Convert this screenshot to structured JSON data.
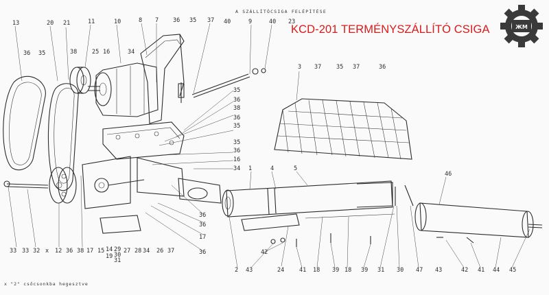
{
  "title": "KCD-201 TERMÉNYSZÁLLÍTÓ CSIGA",
  "header": "A SZÁLLÍTÓCSIGA FELÉPÍTÉSE",
  "footnote": "x \"2\" csőcsonkba hegesztve",
  "colors": {
    "title": "#d81a1a",
    "ink": "#2b2b2b",
    "logo": "#3a3a3a",
    "paper": "#fafafa"
  },
  "callouts": {
    "c13": "13",
    "c20": "20",
    "c21": "21",
    "c11": "11",
    "c10": "10",
    "c8": "8",
    "c7": "7",
    "c36a": "36",
    "c35a": "35",
    "c37a": "37",
    "c40a": "40",
    "c9": "9",
    "c40b": "40",
    "c23": "23",
    "c36b": "36",
    "c35b": "35",
    "c38a": "38",
    "c25": "25",
    "c16a": "16",
    "c34a": "34",
    "c35c": "35",
    "c36c": "36",
    "c38b": "38",
    "c36d": "36",
    "c35d": "35",
    "c35e": "35",
    "c36e": "36",
    "c16b": "16",
    "c34b": "34",
    "c3": "3",
    "c37b": "37",
    "c35f": "35",
    "c37c": "37",
    "c36f": "36",
    "c1": "1",
    "c4": "4",
    "c5": "5",
    "c46": "46",
    "b33": "33",
    "b33b": "33",
    "b32": "32",
    "bx": "x",
    "b12": "12",
    "b36": "36",
    "b38": "38",
    "b17": "17",
    "b15": "15",
    "b14": "14",
    "b19": "19",
    "b29": "29",
    "b30": "30",
    "b31": "31",
    "b27": "27",
    "b28": "28",
    "b34": "34",
    "b26": "26",
    "b37": "37",
    "b36b": "36",
    "b36c": "36",
    "b17b": "17",
    "b36d": "36",
    "b2": "2",
    "b43": "43",
    "b42": "42",
    "b24": "24",
    "b41": "41",
    "b18": "18",
    "b39": "39",
    "b18b": "18",
    "b39b": "39",
    "b31b": "31",
    "b30b": "30",
    "b47": "47",
    "b43b": "43",
    "b42b": "42",
    "b41b": "41",
    "b44": "44",
    "b45": "45"
  }
}
